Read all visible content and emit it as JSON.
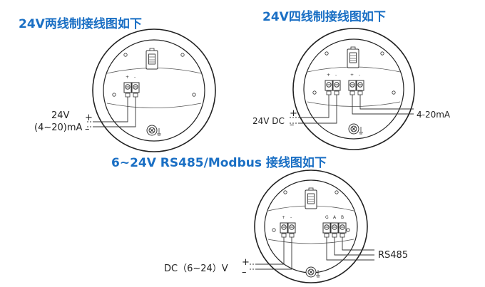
{
  "diagrams": [
    {
      "title": "24V两线制接线图如下",
      "supply_label_1": "24V",
      "supply_label_2": "(4~20)mA",
      "plus": "+",
      "minus": "–",
      "terminal_plus": "+",
      "terminal_minus": "-"
    },
    {
      "title": "24V四线制接线图如下",
      "supply_label": "24V DC",
      "output_label": "4-20mA",
      "plus": "+",
      "minus": "–",
      "terminal_plus": "+",
      "terminal_minus": "-"
    },
    {
      "title": "6~24V  RS485/Modbus 接线图如下",
      "supply_label": "DC（6~24）V",
      "bus_label": "RS485",
      "plus": "+",
      "minus": "–",
      "terminal_plus": "+",
      "terminal_minus": "-",
      "terminal_g": "G",
      "terminal_a": "A",
      "terminal_b": "B"
    }
  ]
}
